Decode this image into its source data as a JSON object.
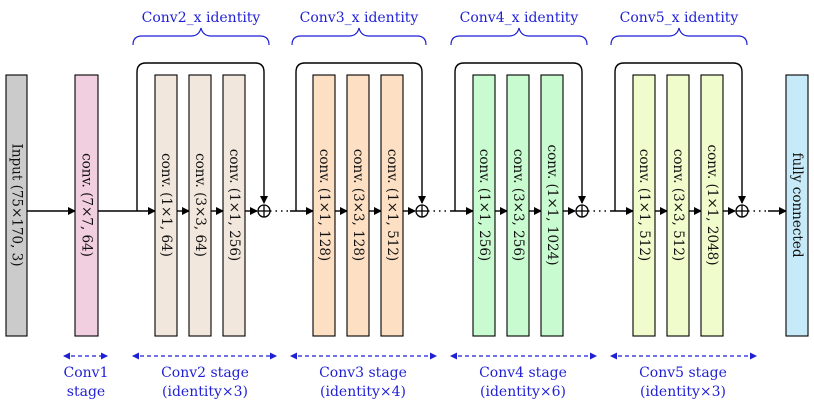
{
  "colors": {
    "input": "#cbcbcb",
    "conv1": "#f2cfe0",
    "conv2": "#f2e7dc",
    "conv3": "#fde0c4",
    "conv4": "#c9fbd0",
    "conv5": "#f0fccc",
    "fc": "#c7eaf9",
    "annotation": "#1f1fd6",
    "line": "#000000"
  },
  "blocks": {
    "input": "Input (75×170, 3)",
    "conv1": "conv. (7×7, 64)",
    "c2a": "conv. (1×1, 64)",
    "c2b": "conv. (3×3, 64)",
    "c2c": "conv. (1×1, 256)",
    "c3a": "conv. (1×1, 128)",
    "c3b": "conv. (3×3, 128)",
    "c3c": "conv. (1×1, 512)",
    "c4a": "conv. (1×1, 256)",
    "c4b": "conv. (3×3, 256)",
    "c4c": "conv. (1×1, 1024)",
    "c5a": "conv. (1×1, 512)",
    "c5b": "conv. (3×3, 512)",
    "c5c": "conv. (1×1, 2048)",
    "fc": "fully connected"
  },
  "identity_labels": {
    "conv2": "Conv2_x identity",
    "conv3": "Conv3_x identity",
    "conv4": "Conv4_x identity",
    "conv5": "Conv5_x identity"
  },
  "stage_labels": {
    "conv1": [
      "Conv1",
      "stage"
    ],
    "conv2": [
      "Conv2 stage",
      "(identity×3)"
    ],
    "conv3": [
      "Conv3 stage",
      "(identity×4)"
    ],
    "conv4": [
      "Conv4 stage",
      "(identity×6)"
    ],
    "conv5": [
      "Conv5 stage",
      "(identity×3)"
    ]
  }
}
